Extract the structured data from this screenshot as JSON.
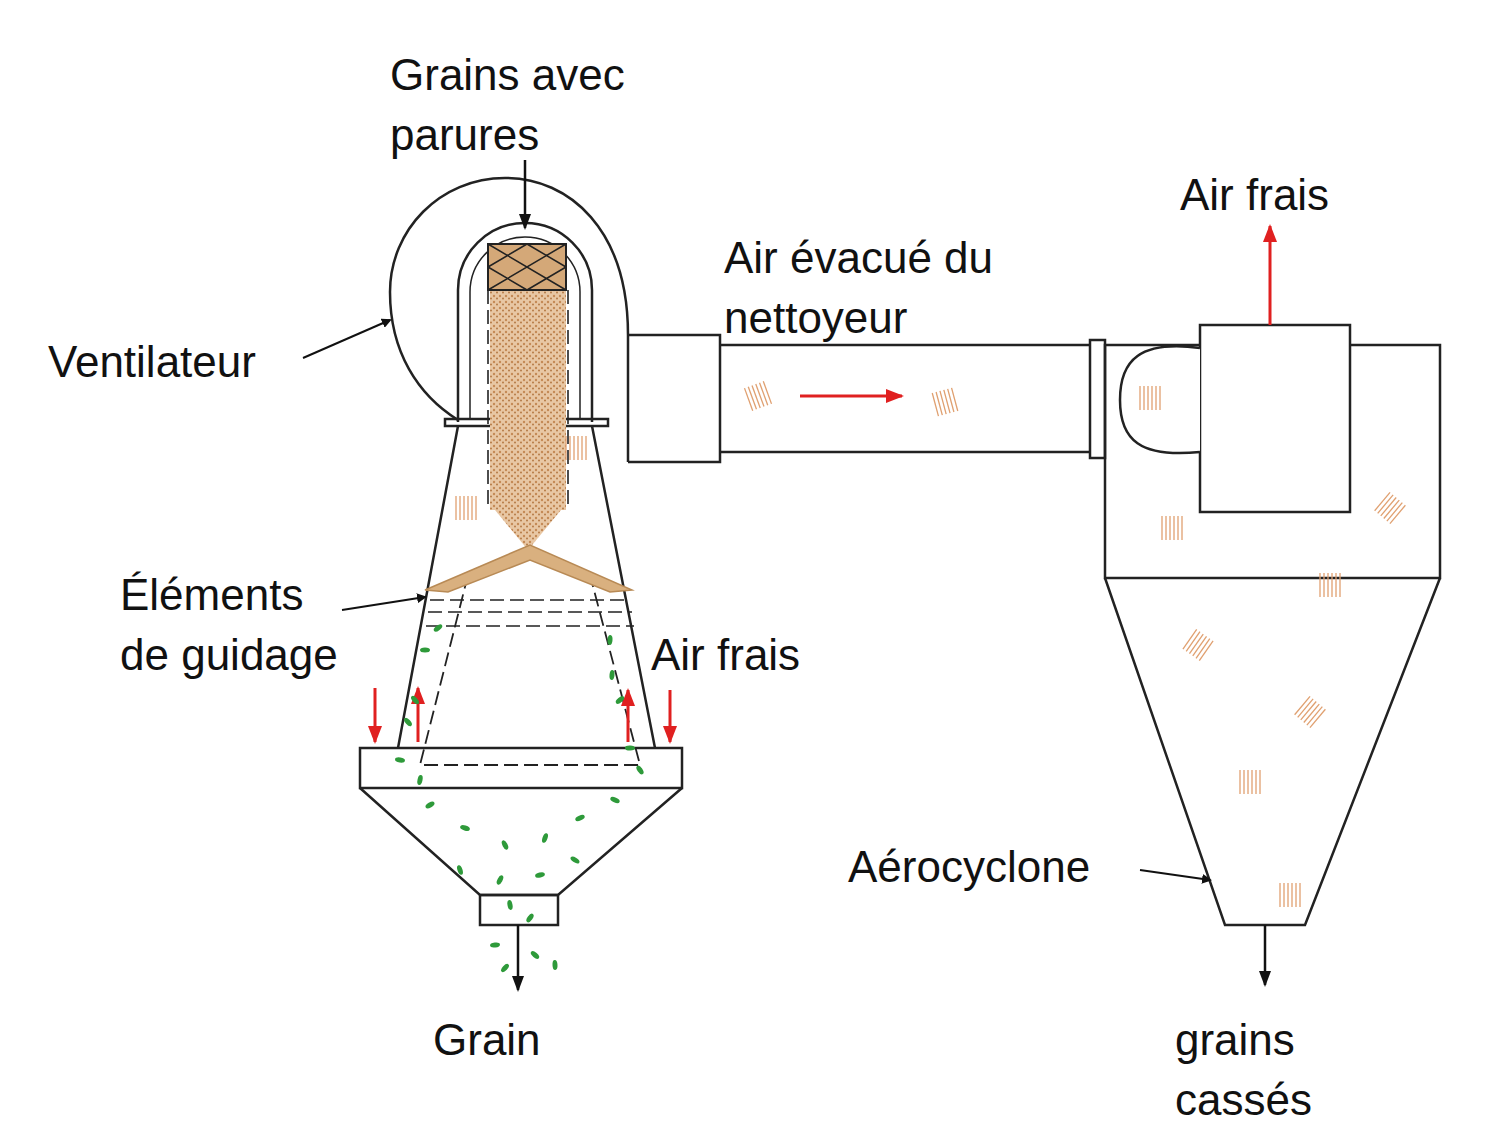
{
  "diagram": {
    "labels": [
      "Grains avec parures",
      "Ventilateur",
      "Air évacué du nettoyeur",
      "Air frais",
      "Éléments de guidage",
      "Air frais",
      "Aérocyclone",
      "Grain",
      "grains cassés"
    ]
  }
}
